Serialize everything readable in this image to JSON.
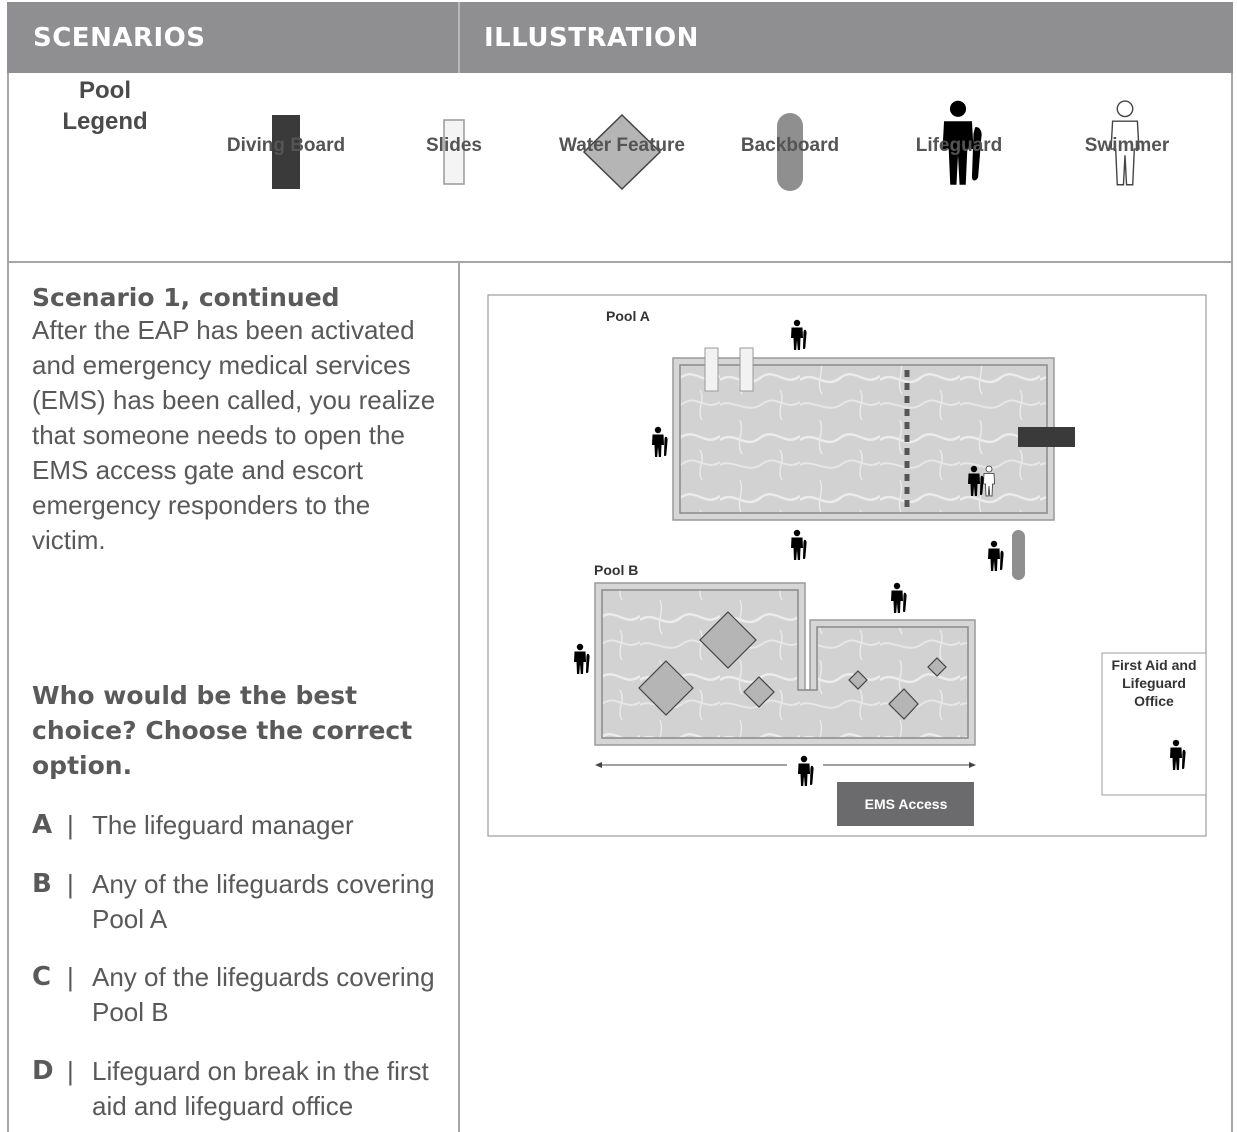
{
  "header": {
    "col1": "SCENARIOS",
    "col2": "ILLUSTRATION"
  },
  "legend": {
    "title_line1": "Pool",
    "title_line2": "Legend",
    "items": [
      {
        "label": "Diving Board",
        "icon": "diving-board-icon"
      },
      {
        "label": "Slides",
        "icon": "slide-icon"
      },
      {
        "label": "Water Feature",
        "icon": "water-feature-icon"
      },
      {
        "label": "Backboard",
        "icon": "backboard-icon"
      },
      {
        "label": "Lifeguard",
        "icon": "lifeguard-icon"
      },
      {
        "label": "Swimmer",
        "icon": "swimmer-icon"
      }
    ]
  },
  "scenario": {
    "title": "Scenario 1, continued",
    "body": "After the EAP has been activated and emergency medical services (EMS) has been called, you realize that someone needs to open the EMS access gate and escort emergency responders to the victim.",
    "question": "Who would be the best choice? Choose the correct option.",
    "options": [
      {
        "key": "A",
        "text": "The lifeguard manager"
      },
      {
        "key": "B",
        "text": "Any of the lifeguards covering Pool A"
      },
      {
        "key": "C",
        "text": "Any of the lifeguards covering Pool B"
      },
      {
        "key": "D",
        "text": "Lifeguard on break in the first aid and lifeguard office"
      }
    ]
  },
  "illustration": {
    "pool_a": "Pool A",
    "pool_b": "Pool B",
    "office_line1": "First Aid and",
    "office_line2": "Lifeguard",
    "office_line3": "Office",
    "ems": "EMS Access"
  },
  "colors": {
    "header_bg": "#8f8f91",
    "text": "#595959",
    "dark": "#3a3a3a",
    "water": "#d4d4d4"
  }
}
